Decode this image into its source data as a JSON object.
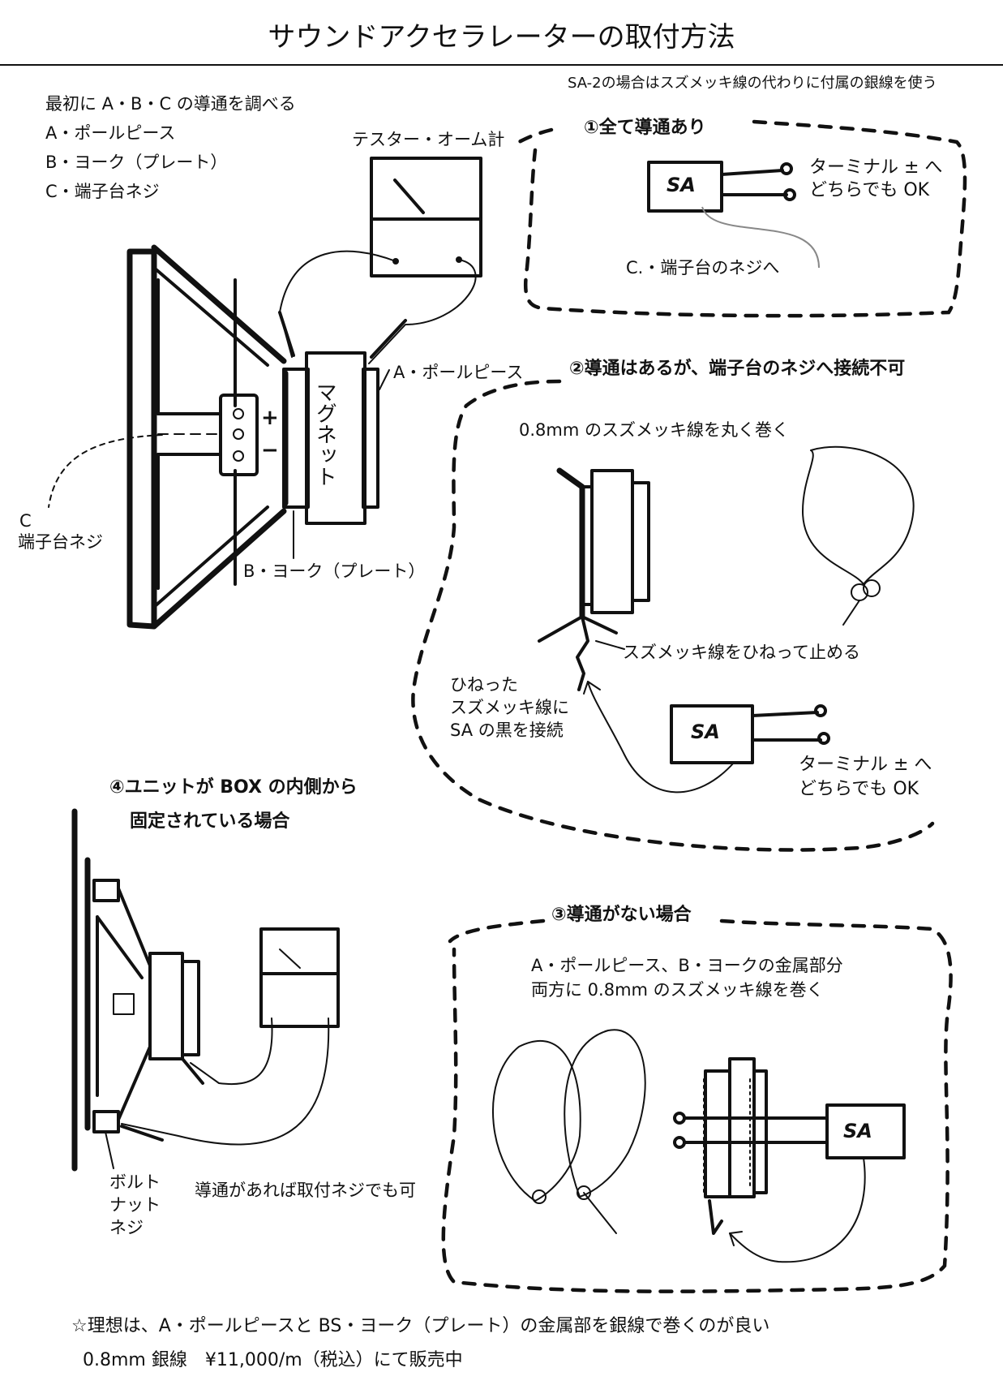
{
  "title": "サウンドアクセラレーターの取付方法",
  "note_sa2": "SA-2の場合はスズメッキ線の代わりに付属の銀線を使う",
  "intro": {
    "line1": "最初に A・B・C の導通を調べる",
    "line2": "A・ポールピース",
    "line3": "B・ヨーク（プレート）",
    "line4": "C・端子台ネジ"
  },
  "tester_label": "テスター・オーム計",
  "speaker": {
    "magnet_label": "マグネット",
    "pole_label": "A・ポールピース",
    "yoke_label": "B・ヨーク（プレート）",
    "c_label": "C",
    "terminal_screw_label": "端子台ネジ",
    "plus_sign": "+",
    "minus_sign": "−"
  },
  "case1": {
    "heading": "①全て導通あり",
    "sa_label": "SA",
    "terminal_line1": "ターミナル ± へ",
    "terminal_line2": "どちらでも OK",
    "screw_label": "C.・端子台のネジへ"
  },
  "case2": {
    "heading": "②導通はあるが、端子台のネジへ接続不可",
    "wire_label": "0.8mm のスズメッキ線を丸く巻く",
    "twist_label": "スズメッキ線をひねって止める",
    "connect_line1": "ひねった",
    "connect_line2": "スズメッキ線に",
    "connect_line3": "SA の黒を接続",
    "sa_label": "SA",
    "terminal_line1": "ターミナル ± へ",
    "terminal_line2": "どちらでも OK"
  },
  "case3": {
    "heading": "③導通がない場合",
    "line1": "A・ポールピース、B・ヨークの金属部分",
    "line2": "両方に 0.8mm のスズメッキ線を巻く",
    "sa_label": "SA"
  },
  "case4": {
    "heading_line1": "④ユニットが BOX の内側から",
    "heading_line2": "固定されている場合",
    "bolt_line1": "ボルト",
    "bolt_line2": "ナット",
    "bolt_line3": "ネジ",
    "mount_note": "導通があれば取付ネジでも可"
  },
  "footer": {
    "line1": "☆理想は、A・ポールピースと BS・ヨーク（プレート）の金属部を銀線で巻くのが良い",
    "line2": "0.8mm 銀線　¥11,000/m（税込）にて販売中"
  }
}
